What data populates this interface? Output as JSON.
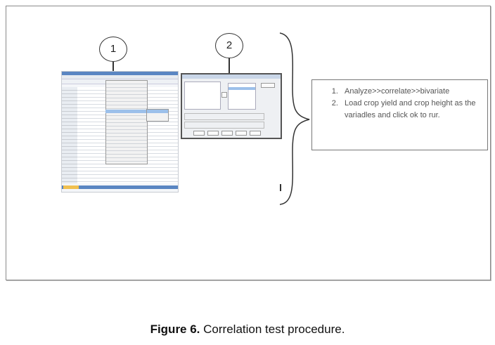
{
  "figure": {
    "callouts": [
      "1",
      "2"
    ],
    "instructions": [
      "Analyze>>correlate>>bivariate",
      "Load crop yield and crop height as the variadles and click ok to rur."
    ],
    "caption": {
      "label": "Figure 6.",
      "text": "Correlation test procedure."
    }
  }
}
